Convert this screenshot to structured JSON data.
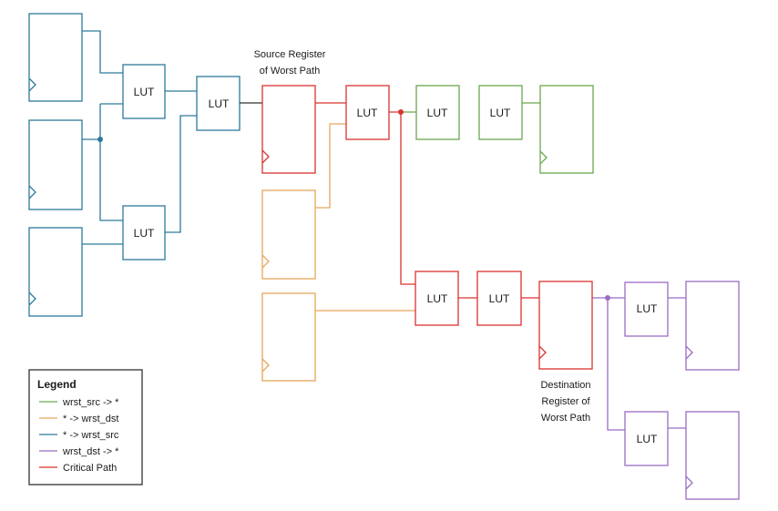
{
  "colors": {
    "input_fanin": "#2e7a9a",
    "critical": "#d9332f",
    "src_fanout": "#6aa84f",
    "dst_fanin": "#e6a85a",
    "dst_fanout": "#9b6cc4",
    "wire_dark": "#333333",
    "legend_border": "#333333"
  },
  "lut_text": "LUT",
  "annotations": {
    "source_register": [
      "Source Register",
      "of Worst Path"
    ],
    "destination_register": [
      "Destination",
      "Register of",
      "Worst Path"
    ]
  },
  "legend": {
    "title": "Legend",
    "items": [
      {
        "label": "wrst_src -> *",
        "color": "#6aa84f"
      },
      {
        "label": "* -> wrst_dst",
        "color": "#e6a85a"
      },
      {
        "label": "* -> wrst_src",
        "color": "#2e7a9a"
      },
      {
        "label": "wrst_dst -> *",
        "color": "#9b6cc4"
      },
      {
        "label": "Critical Path",
        "color": "#d9332f"
      }
    ]
  }
}
